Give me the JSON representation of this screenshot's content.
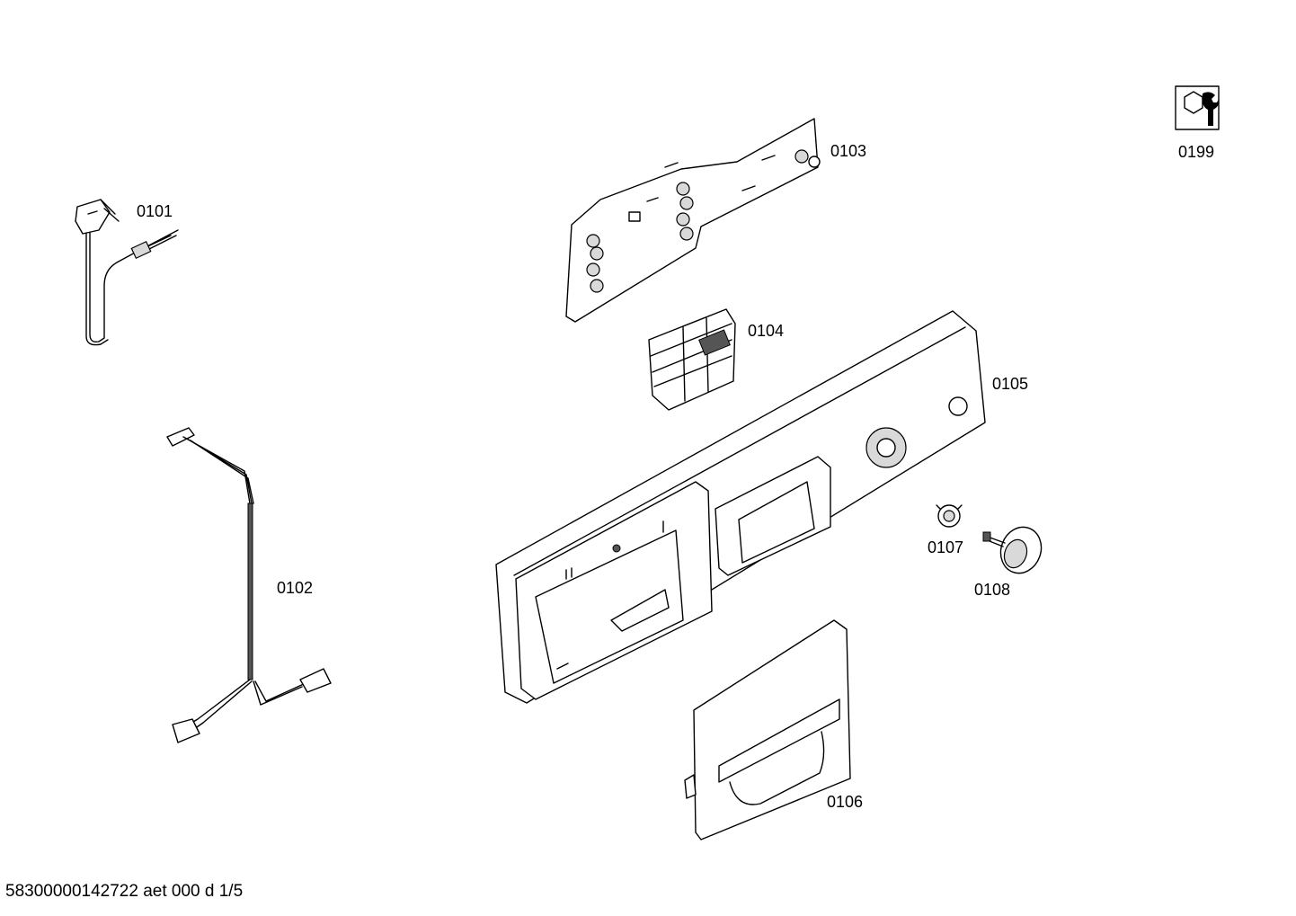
{
  "parts": [
    {
      "id": "0101",
      "label": "0101",
      "icon": "power-cord-plug-icon"
    },
    {
      "id": "0102",
      "label": "0102",
      "icon": "wire-harness-icon"
    },
    {
      "id": "0103",
      "label": "0103",
      "icon": "circuit-board-icon"
    },
    {
      "id": "0104",
      "label": "0104",
      "icon": "connector-block-icon"
    },
    {
      "id": "0105",
      "label": "0105",
      "icon": "control-panel-fascia-icon"
    },
    {
      "id": "0106",
      "label": "0106",
      "icon": "detergent-drawer-handle-icon"
    },
    {
      "id": "0107",
      "label": "0107",
      "icon": "knob-adapter-icon"
    },
    {
      "id": "0108",
      "label": "0108",
      "icon": "program-knob-icon"
    },
    {
      "id": "0199",
      "label": "0199",
      "icon": "wrench-hardware-icon"
    }
  ],
  "footer": {
    "document_code": "58300000142722 aet 000 d 1/5"
  }
}
